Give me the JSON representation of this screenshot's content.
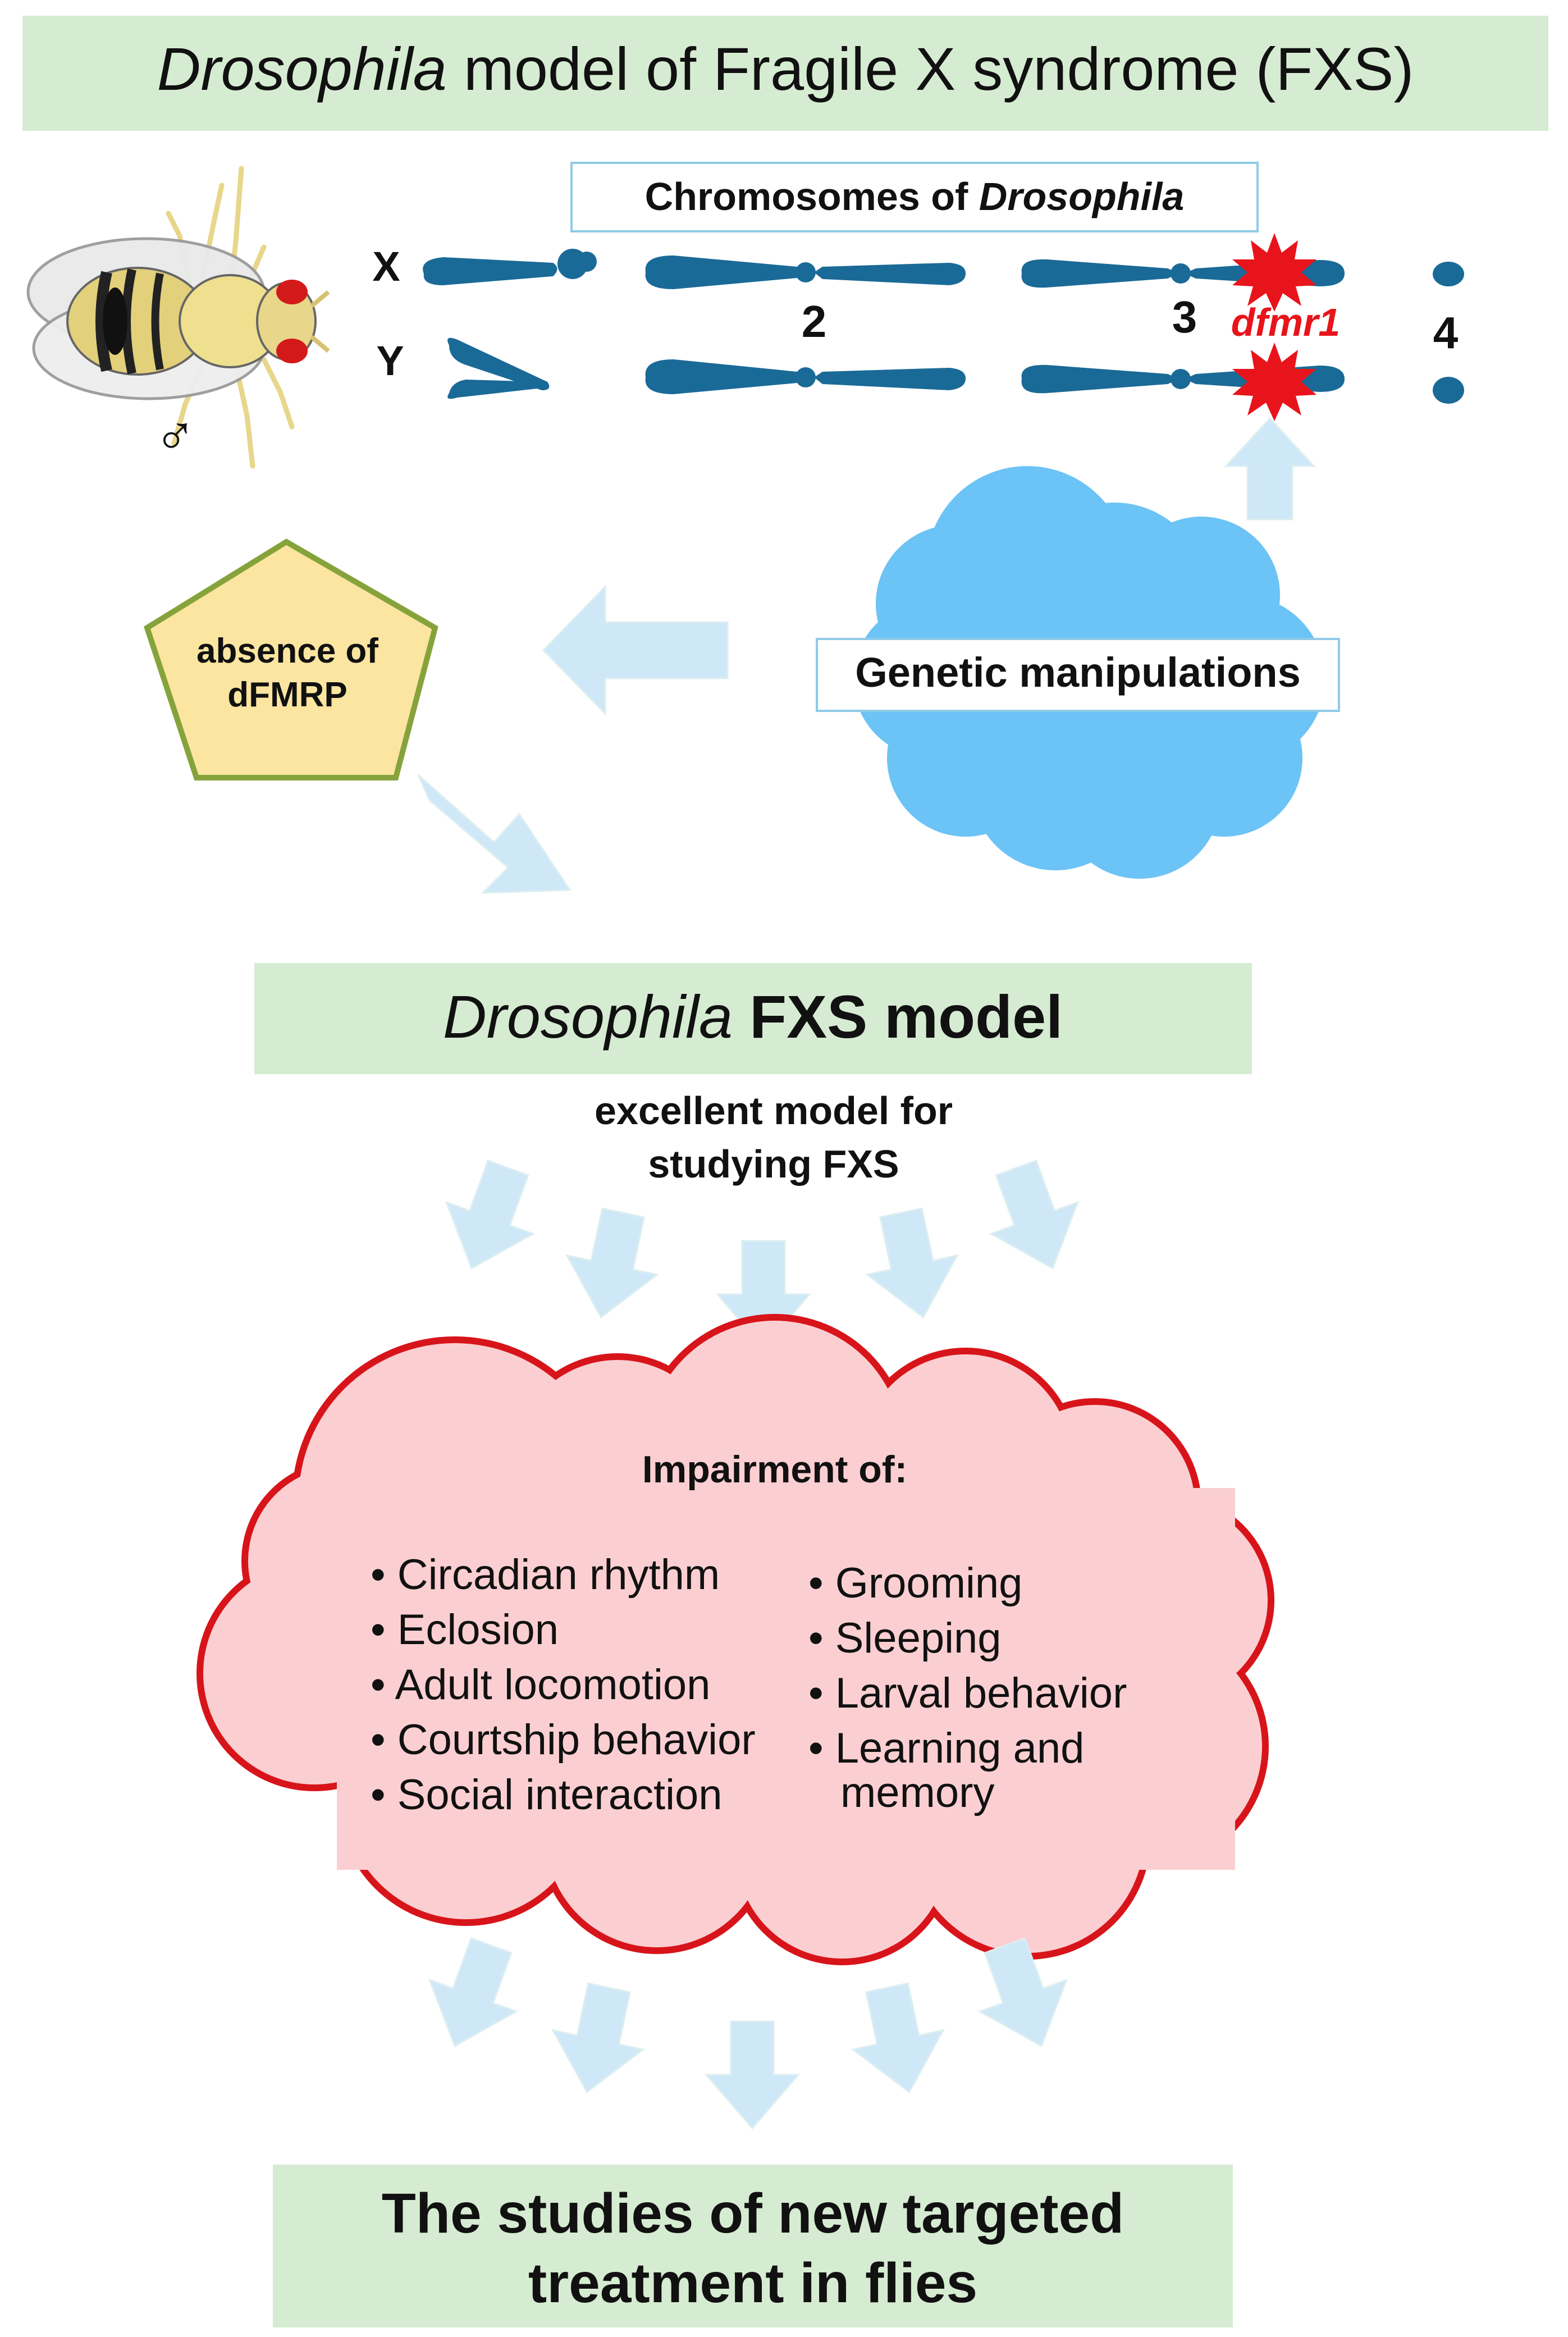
{
  "title": {
    "italic": "Drosophila",
    "rest": " model of Fragile X syndrome (FXS)"
  },
  "chromosomes": {
    "box_label_plain": "Chromosomes of ",
    "box_label_italic": "Drosophila",
    "x_label": "X",
    "y_label": "Y",
    "chr2_label": "2",
    "chr3_label": "3",
    "chr4_label": "4",
    "gene_label": "dfmr1"
  },
  "fly": {
    "sex_symbol": "♂",
    "icon": "fruit-fly-icon"
  },
  "genetic_manipulations": "Genetic manipulations",
  "absence": {
    "line1": "absence of",
    "line2": "dFMRP"
  },
  "model": {
    "italic": "Drosophila",
    "rest": " FXS model",
    "subtitle_line1": "excellent model for",
    "subtitle_line2": "studying FXS"
  },
  "impairment": {
    "heading": "Impairment of:",
    "left_items": [
      "Circadian rhythm",
      "Eclosion",
      "Adult locomotion",
      "Courtship behavior",
      "Social interaction"
    ],
    "right_items": [
      "Grooming",
      "Sleeping",
      "Larval behavior",
      "Learning and"
    ],
    "right_continuation": "memory"
  },
  "studies": {
    "line1": "The studies of new targeted",
    "line2": "treatment in flies"
  },
  "colors": {
    "banner_green": "#d6ecd2",
    "chromosome_blue": "#1a6a97",
    "mutation_red": "#e8141b",
    "arrow_light_blue": "#cfe8f7",
    "cloud_blue": "#6cc3f5",
    "pentagon_yellow": "#fbe5a0",
    "pentagon_border": "#86a33b",
    "cloud_pink": "#fbcfd1",
    "cloud_red_border": "#d8141b"
  }
}
